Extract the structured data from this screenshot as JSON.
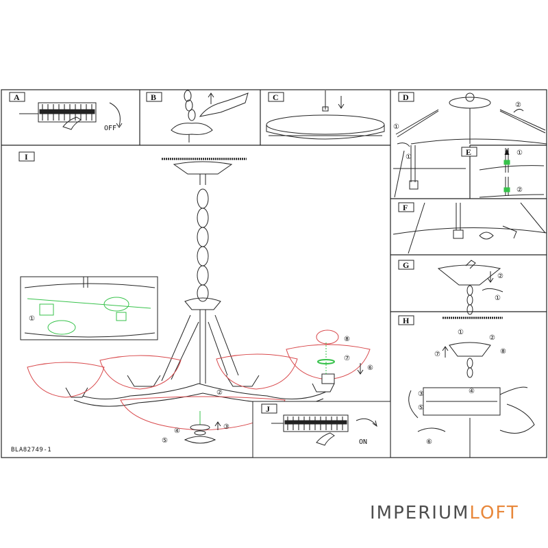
{
  "panels": {
    "A": {
      "label": "A",
      "text": "OFF"
    },
    "B": {
      "label": "B"
    },
    "C": {
      "label": "C"
    },
    "D": {
      "label": "D"
    },
    "E": {
      "label": "E"
    },
    "F": {
      "label": "F"
    },
    "G": {
      "label": "G"
    },
    "H": {
      "label": "H"
    },
    "I": {
      "label": "I"
    },
    "J": {
      "label": "J",
      "text": "ON"
    }
  },
  "step_numbers": [
    "①",
    "②",
    "③",
    "④",
    "⑤",
    "⑥",
    "⑦",
    "⑧"
  ],
  "model_code": "BLA82749-1",
  "watermark": {
    "part1": "IMPERIUM",
    "part2": "LOFT"
  },
  "colors": {
    "shade_outline": "#d8474a",
    "highlight": "#36c24a",
    "line": "#222222"
  }
}
